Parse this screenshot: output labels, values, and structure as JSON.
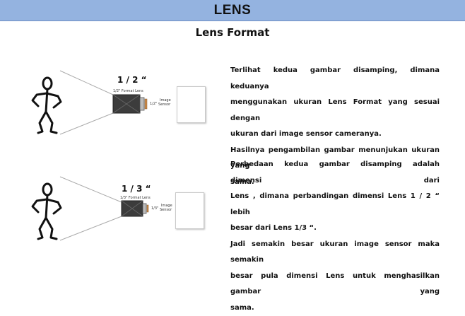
{
  "header": {
    "title": "LENS"
  },
  "slide": {
    "title": "Lens Format"
  },
  "diagram_top": {
    "fraction": "1 / 2 “",
    "lens_caption": "1/2\" Format Lens",
    "sensor_size": "1/2\"",
    "sensor_caption_1": "Image",
    "sensor_caption_2": "Sensor"
  },
  "diagram_bottom": {
    "fraction": "1 / 3 “",
    "lens_caption": "1/3\" Format Lens",
    "sensor_size": "1/3\"",
    "sensor_caption_1": "Image",
    "sensor_caption_2": "Sensor"
  },
  "paragraphs": {
    "p1_line1": "Terlihat kedua gambar disamping, dimana keduanya",
    "p1_line2": "menggunakan ukuran Lens Format yang sesuai dengan",
    "p1_line3": "ukuran dari image sensor cameranya.",
    "p1_line4": "Hasilnya pengambilan gambar menunjukan ukuran yang",
    "p1_line5": "sama.",
    "p2_line1": "Perbedaan kedua gambar disamping adalah dimensi dari",
    "p2_line2": "Lens , dimana perbandingan dimensi Lens 1 / 2 “ lebih",
    "p2_line3": "besar dari Lens 1/3 “.",
    "p2_line4": "Jadi semakin besar ukuran image sensor maka semakin",
    "p2_line5": "besar pula dimensi Lens untuk menghasilkan gambar yang",
    "p2_line6": "sama."
  },
  "colors": {
    "header_bg": "#94b3e0",
    "lens_body": "#3c3c3c",
    "sensor_accent": "#c98a4a"
  },
  "icons": [
    "stick-figure-icon",
    "camera-lens-icon",
    "image-sensor-icon"
  ]
}
